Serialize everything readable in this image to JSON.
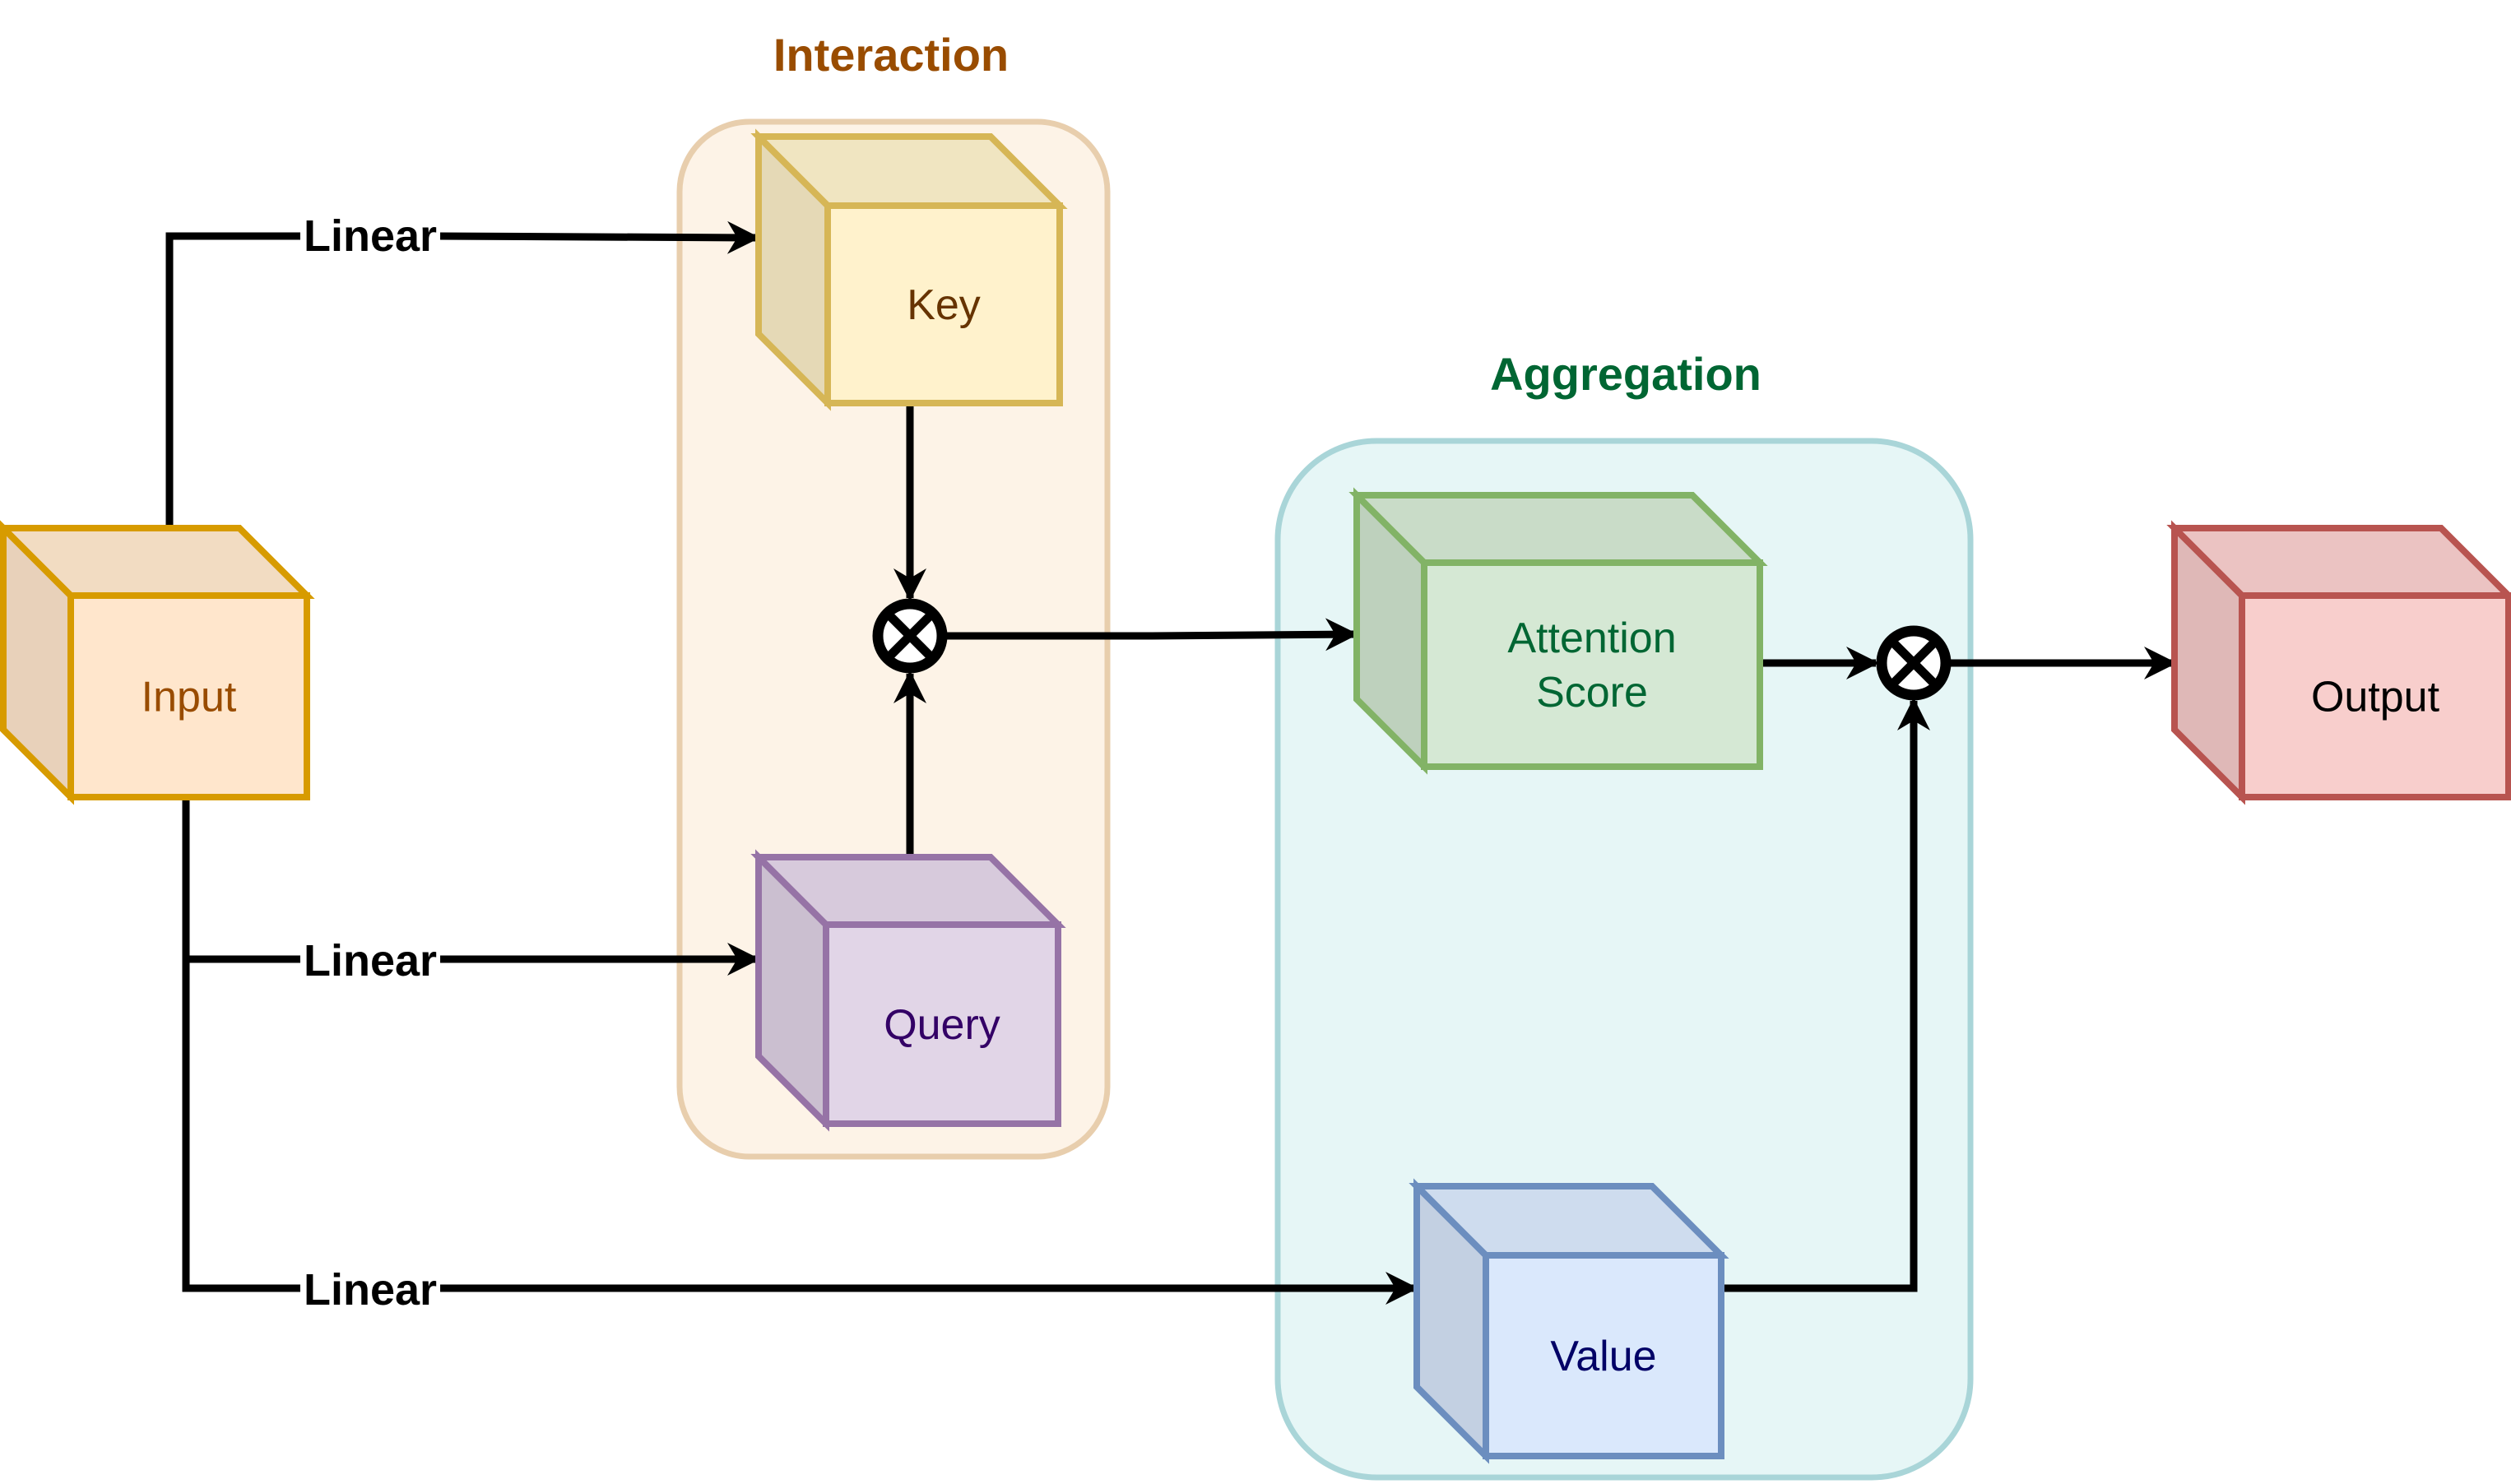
{
  "groups": [
    {
      "id": "interaction",
      "title": "Interaction",
      "title_color": "#994C00",
      "fill": "#FDF3E7",
      "stroke": "#E8CEAD"
    },
    {
      "id": "aggregation",
      "title": "Aggregation",
      "title_color": "#006633",
      "fill": "#E6F6F6",
      "stroke": "#A9D5D8"
    }
  ],
  "nodes": [
    {
      "id": "input",
      "label": "Input",
      "text_color": "#994C00",
      "front": "#FFE6CC",
      "top": "#F2DCC2",
      "side": "#E8D1BA",
      "stroke": "#D79B00"
    },
    {
      "id": "key",
      "label": "Key",
      "text_color": "#663300",
      "front": "#FFF2CC",
      "top": "#F0E5C1",
      "side": "#E5D9B6",
      "stroke": "#D6B656"
    },
    {
      "id": "query",
      "label": "Query",
      "text_color": "#330066",
      "front": "#E1D5E7",
      "top": "#D7CADC",
      "side": "#CBBFD0",
      "stroke": "#9673A6"
    },
    {
      "id": "attention",
      "label_lines": [
        "Attention",
        "Score"
      ],
      "text_color": "#006633",
      "front": "#D5E8D4",
      "top": "#C9DCC8",
      "side": "#BED1BD",
      "stroke": "#82B366"
    },
    {
      "id": "value",
      "label": "Value",
      "text_color": "#000066",
      "front": "#DAE8FC",
      "top": "#CEDCEE",
      "side": "#C3D0E2",
      "stroke": "#6C8EBF"
    },
    {
      "id": "output",
      "label": "Output",
      "text_color": "#000000",
      "front": "#F8CECC",
      "top": "#EBC3C2",
      "side": "#DFB8B7",
      "stroke": "#B85450"
    }
  ],
  "operators": [
    {
      "id": "multiply-1",
      "symbol": "⊗",
      "name": "multiply"
    },
    {
      "id": "multiply-2",
      "symbol": "⊗",
      "name": "multiply"
    }
  ],
  "edges": [
    {
      "id": "input-to-key",
      "label": "Linear"
    },
    {
      "id": "input-to-query",
      "label": "Linear"
    },
    {
      "id": "input-to-value",
      "label": "Linear"
    },
    {
      "id": "key-to-multiply-1",
      "label": ""
    },
    {
      "id": "query-to-multiply-1",
      "label": ""
    },
    {
      "id": "multiply-1-to-attention",
      "label": ""
    },
    {
      "id": "attention-to-multiply-2",
      "label": ""
    },
    {
      "id": "value-to-multiply-2",
      "label": ""
    },
    {
      "id": "multiply-2-to-output",
      "label": ""
    }
  ]
}
